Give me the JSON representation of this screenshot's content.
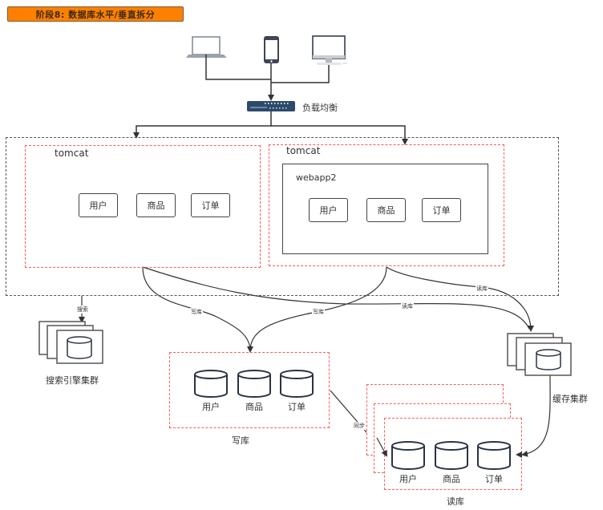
{
  "title": "阶段8: 数据库水平/垂直拆分",
  "clients": [
    {
      "icon": "laptop-icon"
    },
    {
      "icon": "smartphone-icon"
    },
    {
      "icon": "desktop-monitor-icon"
    }
  ],
  "load_balancer": {
    "icon": "switch-icon",
    "label": "负载均衡"
  },
  "tomcat_left": {
    "label": "tomcat",
    "services": [
      "用户",
      "商品",
      "订单"
    ]
  },
  "tomcat_right": {
    "label": "tomcat",
    "webapp_label": "webapp2",
    "services": [
      "用户",
      "商品",
      "订单"
    ]
  },
  "edges": {
    "search": "搜索",
    "write_left": "写库",
    "write_right": "写库",
    "read_left": "读库",
    "read_right": "读库",
    "sync": "同步"
  },
  "search_cluster": {
    "label": "搜索引擎集群",
    "icon": "database-icon"
  },
  "cache_cluster": {
    "label": "缓存集群",
    "icon": "database-icon"
  },
  "write_db": {
    "label": "写库",
    "tables": [
      "用户",
      "商品",
      "订单"
    ]
  },
  "read_db": {
    "label": "读库",
    "tables": [
      "用户",
      "商品",
      "订单"
    ]
  },
  "colors": {
    "title_bg": "#ff8000",
    "dashed_red": "#ff5a5a",
    "dashed_gray": "#555555",
    "db_stroke": "#2a3342"
  }
}
